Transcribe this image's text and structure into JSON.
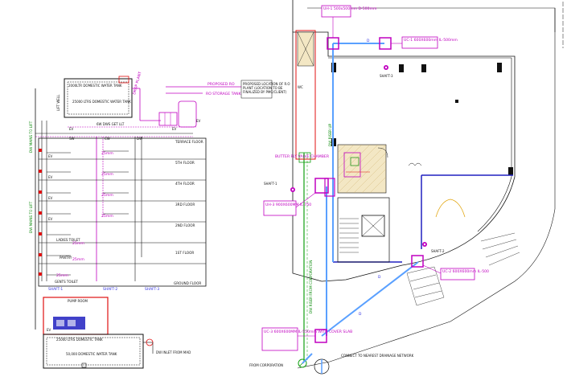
{
  "schematic": {
    "top_tank": "25000 LTRS DOMESTIC WATER TANK",
    "top_tank_note": "2000LTR DOMESTIC WATER TANK",
    "proposed_note": "PROPOSED RO",
    "ro_storage": "RO STORAGE TANK",
    "drop_note": "DROP PLANT",
    "dw_main": "DW MAINS TO LIFT",
    "risers": [
      "SW",
      "CW",
      "DW"
    ],
    "floors": [
      "TERRACE FLOOR",
      "5TH FLOOR",
      "4TH FLOOR",
      "3RD FLOOR",
      "2ND FLOOR",
      "1ST FLOOR",
      "GROUND FLOOR"
    ],
    "toilets": [
      "LADIES TOILET",
      "PANTRY",
      "GENTS TOILET"
    ],
    "shafts": [
      "SHAFT-1",
      "SHAFT-2",
      "SHAFT-3"
    ],
    "pump_room": "PUMP ROOM",
    "bottom_tank": "50,000 DOMESTIC WATER TANK",
    "inlet": "DW INLET FROM MAD"
  },
  "plan": {
    "shaft_3": "SHAFT-3",
    "shaft_1": "SHAFT-1",
    "shaft_2": "SHAFT-2",
    "pump_note": "BUTTER FLY VALVE CHAMBER",
    "dw_up": "DW RISER UP",
    "riser_note": "DW RISER FROM CORPORATION",
    "corporation": "FROM CORPORATION",
    "connect_note": "CONNECT TO NEAREST DRAINAGE NETWORK",
    "tags": [
      {
        "id": "UH-1",
        "text": "UH-1 500x500mm D-500mm"
      },
      {
        "id": "UC-1",
        "text": "UC-1 600X600mm IL-500mm"
      },
      {
        "id": "UH-3",
        "text": "UH-3 900X600MM IL-750"
      },
      {
        "id": "UC-2",
        "text": "UC-2 600X600mm IL-500"
      },
      {
        "id": "UC-3",
        "text": "UC-3 600X600MM IL-550mm WITH COVER SLAB"
      }
    ]
  },
  "colors": {
    "magenta": "#c000c0",
    "blue": "#5aa0ff",
    "green": "#12a012",
    "red": "#e01010",
    "dark_blue": "#2020c0"
  }
}
